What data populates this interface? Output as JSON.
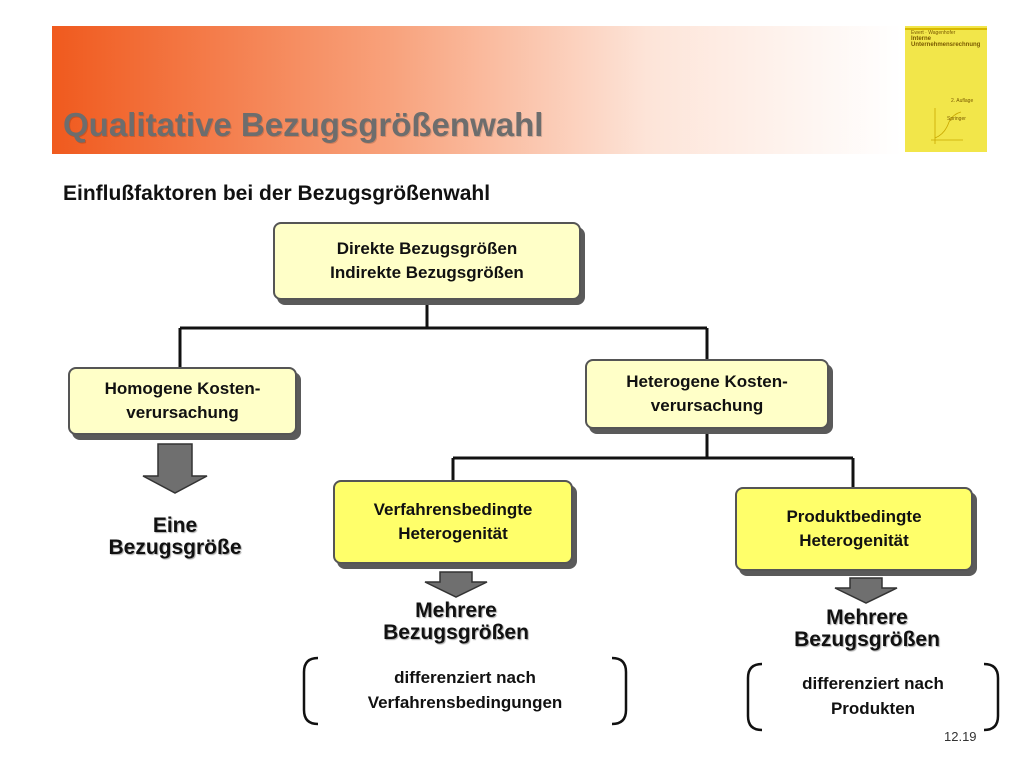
{
  "slide": {
    "title": "Qualitative Bezugsgrößenwahl",
    "subtitle": "Einflußfaktoren bei der Bezugsgrößenwahl",
    "page_number": "12.19"
  },
  "book_cover": {
    "authors": "Ewert · Wagenhofer",
    "title_line1": "Interne",
    "title_line2": "Unternehmensrechnung",
    "edition": "2. Auflage",
    "publisher": "Springer"
  },
  "diagram": {
    "root": {
      "line1": "Direkte Bezugsgrößen",
      "line2": "Indirekte Bezugsgrößen"
    },
    "homogen": {
      "line1": "Homogene Kosten-",
      "line2": "verursachung"
    },
    "heterogen": {
      "line1": "Heterogene Kosten-",
      "line2": "verursachung"
    },
    "verfahren": {
      "line1": "Verfahrensbedingte",
      "line2": "Heterogenität"
    },
    "produkt": {
      "line1": "Produktbedingte",
      "line2": "Heterogenität"
    },
    "outcome_homogen": {
      "line1": "Eine",
      "line2": "Bezugsgröße"
    },
    "outcome_verfahren": {
      "line1": "Mehrere",
      "line2": "Bezugsgrößen",
      "note1": "differenziert nach",
      "note2": "Verfahrensbedingungen"
    },
    "outcome_produkt": {
      "line1": "Mehrere",
      "line2": "Bezugsgrößen",
      "note1": "differenziert nach",
      "note2": "Produkten"
    }
  },
  "colors": {
    "header_gradient_start": "#f05a1e",
    "title_gray": "#6d6d6d",
    "box_light": "#ffffc8",
    "box_yellow": "#ffff6a",
    "arrow_gray": "#6f6f6f",
    "connector": "#111111"
  }
}
